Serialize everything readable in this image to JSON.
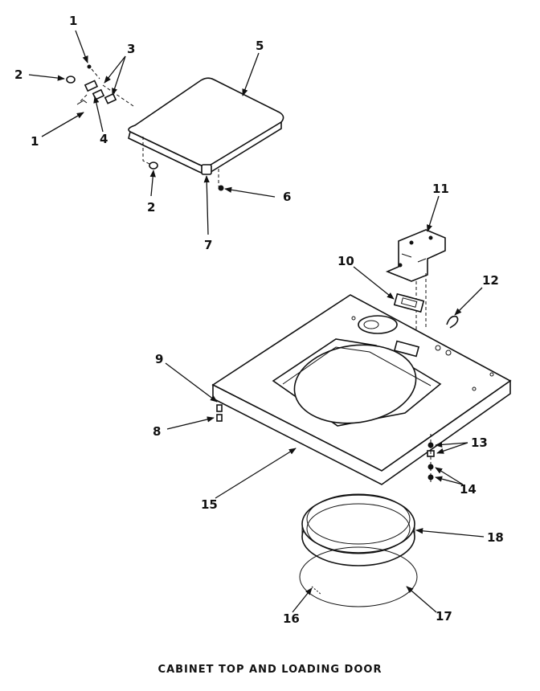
{
  "caption": "CABINET TOP AND LOADING DOOR",
  "callouts": {
    "c1a": "1",
    "c1b": "1",
    "c2a": "2",
    "c2b": "2",
    "c3": "3",
    "c4": "4",
    "c5": "5",
    "c6": "6",
    "c7": "7",
    "c8": "8",
    "c9": "9",
    "c10": "10",
    "c11": "11",
    "c12": "12",
    "c13": "13",
    "c14": "14",
    "c15": "15",
    "c16": "16",
    "c17": "17",
    "c18": "18"
  }
}
